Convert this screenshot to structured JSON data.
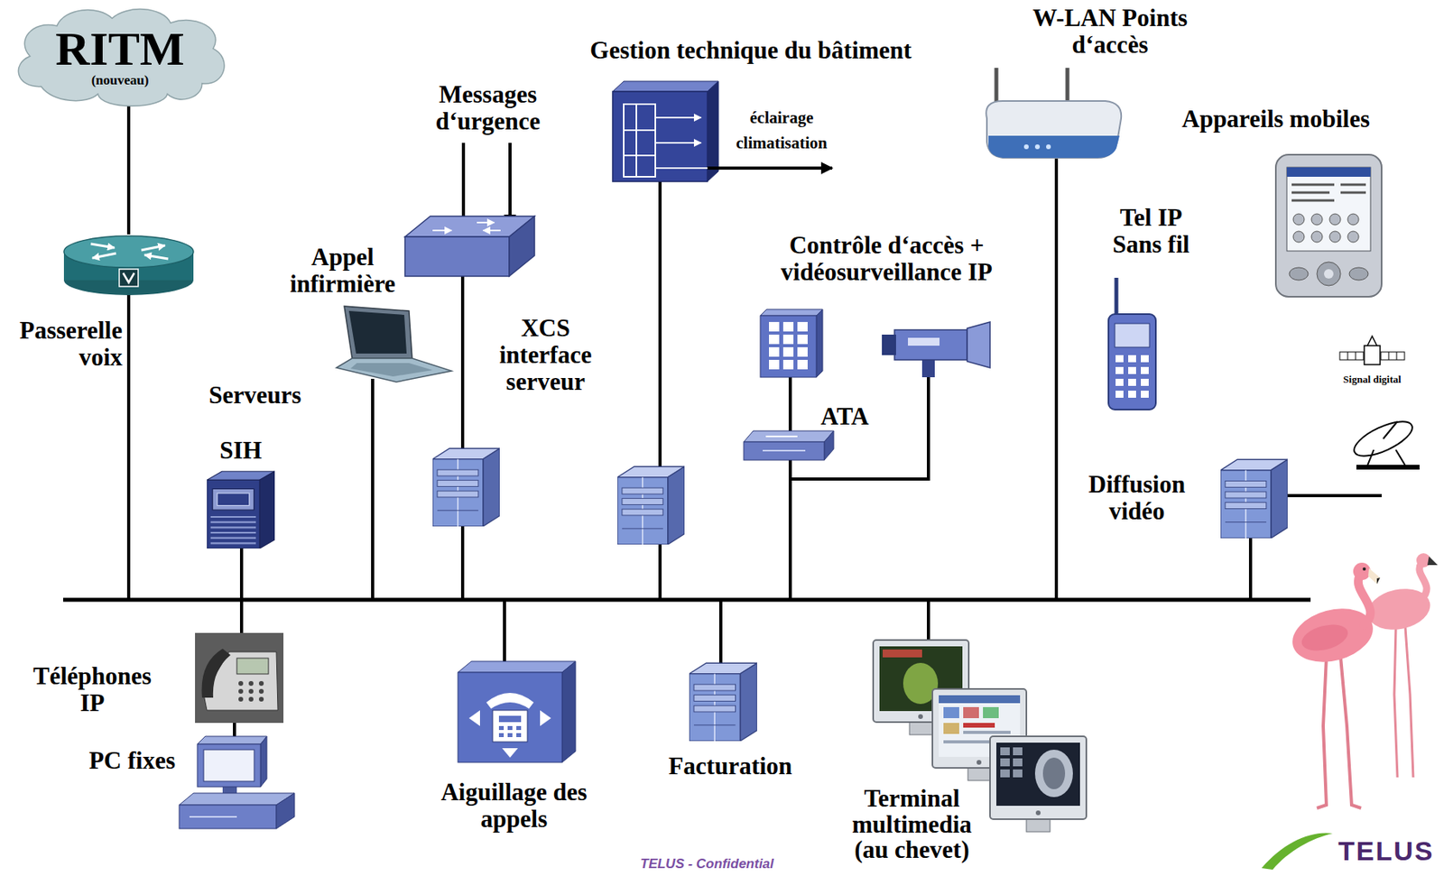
{
  "diagram": {
    "nodes": [
      {
        "text": [
          "RITM",
          "(nouveau)"
        ]
      },
      {
        "text": [
          "Passerelle voix"
        ]
      }
    ],
    "edges": [
      {
        "from": 0,
        "to": 1,
        "arrow": "none"
      }
    ],
    "labels": [
      "Messages d‘urgence",
      "Gestion technique du bâtiment",
      "éclairage",
      "climatisation",
      "W-LAN Points d‘accès",
      "Appareils mobiles",
      "Tel IP Sans fil",
      "Contrôle d‘accès + vidéosurveillance IP",
      "Appel infirmière",
      "XCS interface serveur",
      "Serveurs",
      "SIH",
      "ATA",
      "Signal digital",
      "Diffusion vidéo",
      "Téléphones IP",
      "PC fixes",
      "Aiguillage des appels",
      "Facturation",
      "Terminal multimedia (au chevet)",
      "TELUS - Confidential",
      "TELUS"
    ]
  }
}
